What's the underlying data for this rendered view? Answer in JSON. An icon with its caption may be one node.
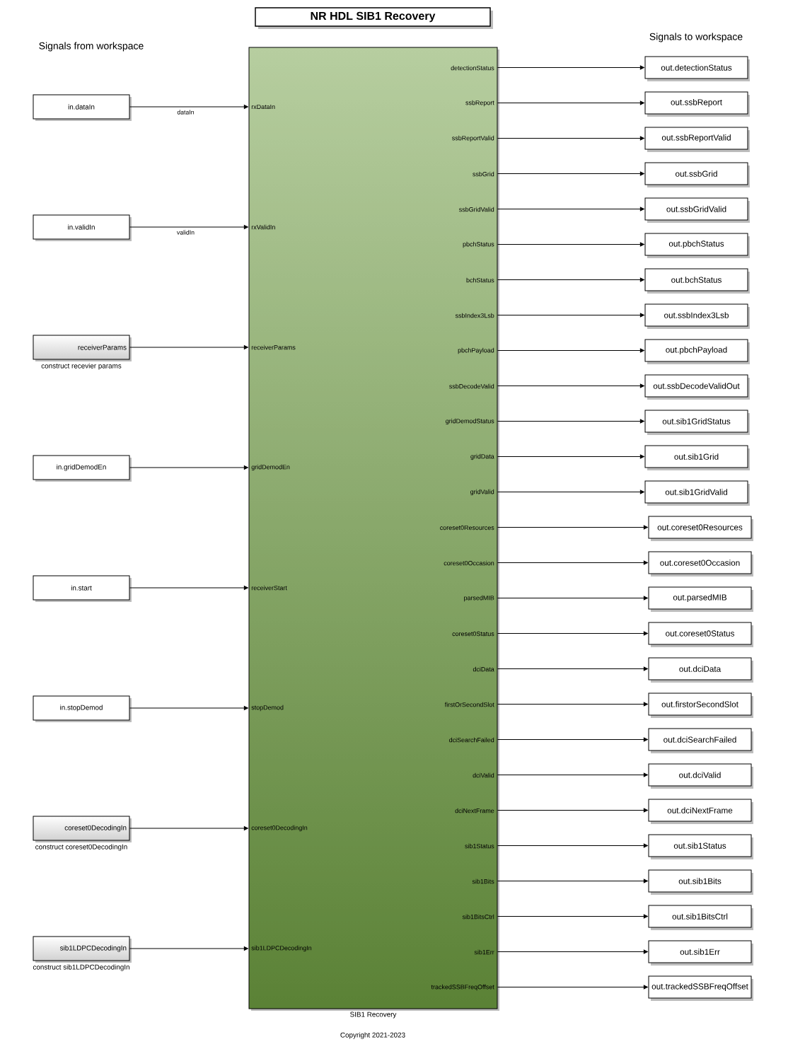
{
  "diagram": {
    "title": "NR HDL SIB1 Recovery",
    "nodes": [
      {
        "text": [
          "in.dataIn"
        ]
      },
      {
        "text": [
          "in.validIn"
        ]
      },
      {
        "text": [
          "receiverParams"
        ],
        "beside": [
          "construct recevier params"
        ]
      },
      {
        "text": [
          "in.gridDemodEn"
        ]
      },
      {
        "text": [
          "in.start"
        ]
      },
      {
        "text": [
          "in.stopDemod"
        ]
      },
      {
        "text": [
          "coreset0DecodingIn"
        ],
        "beside": [
          "construct coreset0DecodingIn"
        ]
      },
      {
        "text": [
          "sib1LDPCDecodingIn"
        ],
        "beside": [
          "construct sib1LDPCDecodingIn"
        ]
      },
      {
        "text": [
          "rxDataIn",
          "rxValidIn",
          "receiverParams",
          "gridDemodEn",
          "receiverStart",
          "stopDemod",
          "coreset0DecodingIn",
          "sib1LDPCDecodingIn",
          "detectionStatus",
          "ssbReport",
          "ssbReportValid",
          "ssbGrid",
          "ssbGridValid",
          "pbchStatus",
          "bchStatus",
          "ssbIndex3Lsb",
          "pbchPayload",
          "ssbDecodeValid",
          "gridDemodStatus",
          "gridData",
          "gridValid",
          "coreset0Resources",
          "coreset0Occasion",
          "parsedMIB",
          "coreset0Status",
          "dciData",
          "firstOrSecondSlot",
          "dciSearchFailed",
          "dciValid",
          "dciNextFrame",
          "sib1Status",
          "sib1Bits",
          "sib1BitsCtrl",
          "sib1Err",
          "trackedSSBFreqOffset"
        ],
        "beside": [
          "SIB1 Recovery"
        ]
      },
      {
        "text": [
          "out.detectionStatus"
        ]
      },
      {
        "text": [
          "out.ssbReport"
        ]
      },
      {
        "text": [
          "out.ssbReportValid"
        ]
      },
      {
        "text": [
          "out.ssbGrid"
        ]
      },
      {
        "text": [
          "out.ssbGridValid"
        ]
      },
      {
        "text": [
          "out.pbchStatus"
        ]
      },
      {
        "text": [
          "out.bchStatus"
        ]
      },
      {
        "text": [
          "out.ssbIndex3Lsb"
        ]
      },
      {
        "text": [
          "out.pbchPayload"
        ]
      },
      {
        "text": [
          "out.ssbDecodeValidOut"
        ]
      },
      {
        "text": [
          "out.sib1GridStatus"
        ]
      },
      {
        "text": [
          "out.sib1Grid"
        ]
      },
      {
        "text": [
          "out.sib1GridValid"
        ]
      },
      {
        "text": [
          "out.coreset0Resources"
        ]
      },
      {
        "text": [
          "out.coreset0Occasion"
        ]
      },
      {
        "text": [
          "out.parsedMIB"
        ]
      },
      {
        "text": [
          "out.coreset0Status"
        ]
      },
      {
        "text": [
          "out.dciData"
        ]
      },
      {
        "text": [
          "out.firstorSecondSlot"
        ]
      },
      {
        "text": [
          "out.dciSearchFailed"
        ]
      },
      {
        "text": [
          "out.dciValid"
        ]
      },
      {
        "text": [
          "out.dciNextFrame"
        ]
      },
      {
        "text": [
          "out.sib1Status"
        ]
      },
      {
        "text": [
          "out.sib1Bits"
        ]
      },
      {
        "text": [
          "out.sib1BitsCtrl"
        ]
      },
      {
        "text": [
          "out.sib1Err"
        ]
      },
      {
        "text": [
          "out.trackedSSBFreqOffset"
        ]
      }
    ],
    "edges": [
      {
        "from": 0,
        "to": 8,
        "arrow": "to",
        "label": "dataIn"
      },
      {
        "from": 1,
        "to": 8,
        "arrow": "to",
        "label": "validIn"
      },
      {
        "from": 2,
        "to": 8,
        "arrow": "to"
      },
      {
        "from": 3,
        "to": 8,
        "arrow": "to"
      },
      {
        "from": 4,
        "to": 8,
        "arrow": "to"
      },
      {
        "from": 5,
        "to": 8,
        "arrow": "to"
      },
      {
        "from": 6,
        "to": 8,
        "arrow": "to"
      },
      {
        "from": 7,
        "to": 8,
        "arrow": "to"
      },
      {
        "from": 8,
        "to": 9,
        "arrow": "to"
      },
      {
        "from": 8,
        "to": 10,
        "arrow": "to"
      },
      {
        "from": 8,
        "to": 11,
        "arrow": "to"
      },
      {
        "from": 8,
        "to": 12,
        "arrow": "to"
      },
      {
        "from": 8,
        "to": 13,
        "arrow": "to"
      },
      {
        "from": 8,
        "to": 14,
        "arrow": "to"
      },
      {
        "from": 8,
        "to": 15,
        "arrow": "to"
      },
      {
        "from": 8,
        "to": 16,
        "arrow": "to"
      },
      {
        "from": 8,
        "to": 17,
        "arrow": "to"
      },
      {
        "from": 8,
        "to": 18,
        "arrow": "to"
      },
      {
        "from": 8,
        "to": 19,
        "arrow": "to"
      },
      {
        "from": 8,
        "to": 20,
        "arrow": "to"
      },
      {
        "from": 8,
        "to": 21,
        "arrow": "to"
      },
      {
        "from": 8,
        "to": 22,
        "arrow": "to"
      },
      {
        "from": 8,
        "to": 23,
        "arrow": "to"
      },
      {
        "from": 8,
        "to": 24,
        "arrow": "to"
      },
      {
        "from": 8,
        "to": 25,
        "arrow": "to"
      },
      {
        "from": 8,
        "to": 26,
        "arrow": "to"
      },
      {
        "from": 8,
        "to": 27,
        "arrow": "to"
      },
      {
        "from": 8,
        "to": 28,
        "arrow": "to"
      },
      {
        "from": 8,
        "to": 29,
        "arrow": "to"
      },
      {
        "from": 8,
        "to": 30,
        "arrow": "to"
      },
      {
        "from": 8,
        "to": 31,
        "arrow": "to"
      },
      {
        "from": 8,
        "to": 32,
        "arrow": "to"
      },
      {
        "from": 8,
        "to": 33,
        "arrow": "to"
      },
      {
        "from": 8,
        "to": 34,
        "arrow": "to"
      },
      {
        "from": 8,
        "to": 35,
        "arrow": "to"
      }
    ],
    "labels": [
      "Signals from workspace",
      "Signals to workspace",
      "Copyright 2021-2023"
    ]
  }
}
